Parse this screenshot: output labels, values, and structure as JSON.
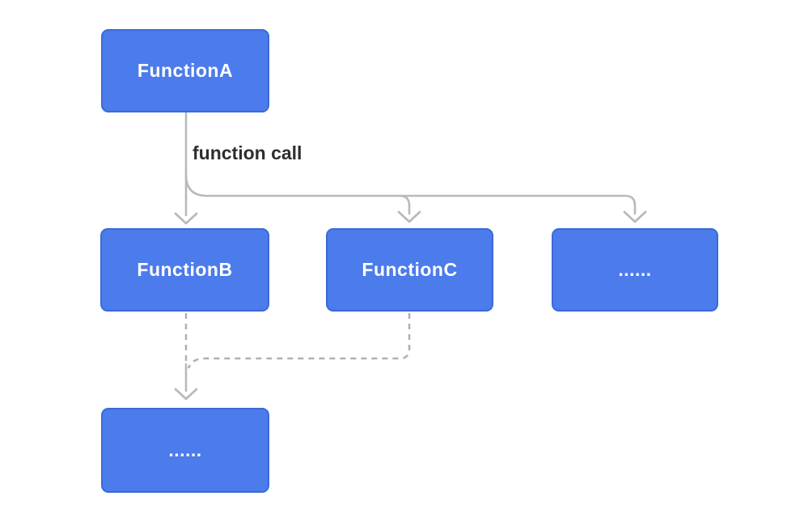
{
  "diagram": {
    "nodes": [
      {
        "id": "function-a",
        "label": "FunctionA"
      },
      {
        "id": "function-b",
        "label": "FunctionB"
      },
      {
        "id": "function-c",
        "label": "FunctionC"
      },
      {
        "id": "ellipsis-right",
        "label": "......"
      },
      {
        "id": "ellipsis-bottom",
        "label": "......"
      }
    ],
    "edges": [
      {
        "from": "function-a",
        "to": "function-b, function-c, ellipsis-right",
        "label": "function call",
        "style": "solid"
      },
      {
        "from": "function-b",
        "to": "ellipsis-bottom",
        "label": "",
        "style": "dashed"
      },
      {
        "from": "function-c",
        "to": "ellipsis-bottom",
        "label": "",
        "style": "dashed"
      }
    ],
    "colors": {
      "node_fill": "#4c7bec",
      "node_border": "#3a6ad8",
      "node_text": "#ffffff",
      "solid_connector": "#b7babd",
      "dashed_connector": "#aeb1b4",
      "edge_label_text": "#2e2e2e",
      "background": "#ffffff"
    }
  }
}
